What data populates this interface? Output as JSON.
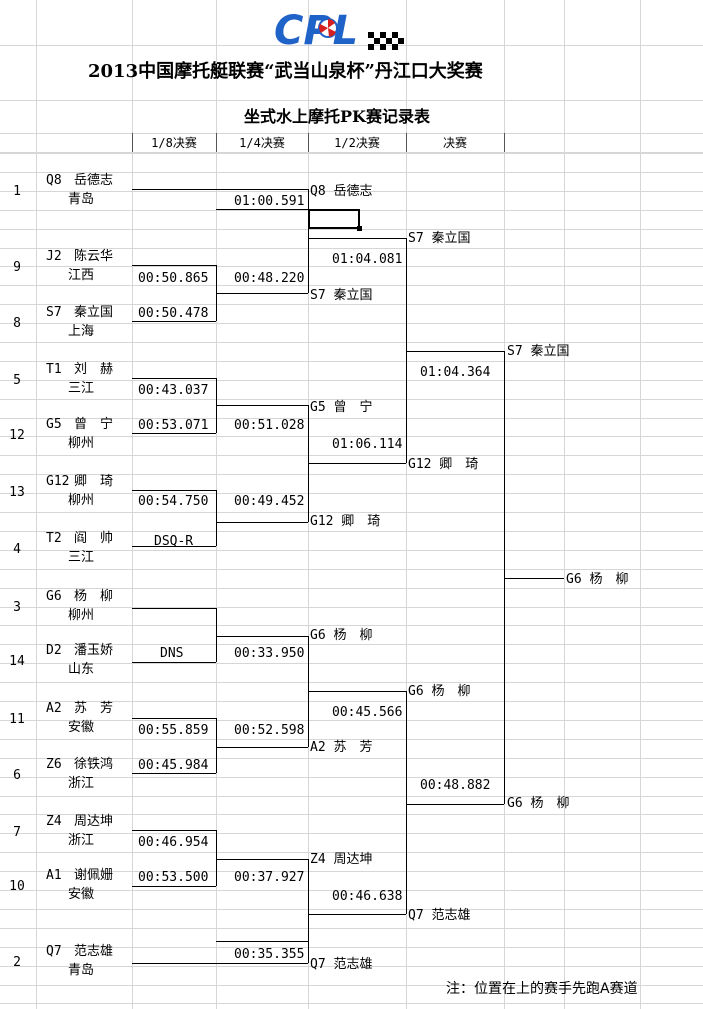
{
  "header": {
    "logo_text": "CPL",
    "title": "2013中国摩托艇联赛“武当山泉杯”丹江口大奖赛",
    "subtitle": "坐式水上摩托PK赛记录表"
  },
  "rounds": [
    "1/8决赛",
    "1/4决赛",
    "1/2决赛",
    "决赛"
  ],
  "entrants": [
    {
      "seed": "1",
      "code": "Q8",
      "name": "岳德志",
      "team": "青岛"
    },
    {
      "seed": "9",
      "code": "J2",
      "name": "陈云华",
      "team": "江西"
    },
    {
      "seed": "8",
      "code": "S7",
      "name": "秦立国",
      "team": "上海"
    },
    {
      "seed": "5",
      "code": "T1",
      "name": "刘　赫",
      "team": "三江"
    },
    {
      "seed": "12",
      "code": "G5",
      "name": "曾　宁",
      "team": "柳州"
    },
    {
      "seed": "13",
      "code": "G12",
      "name": "卿　琦",
      "team": "柳州"
    },
    {
      "seed": "4",
      "code": "T2",
      "name": "阎　帅",
      "team": "三江"
    },
    {
      "seed": "3",
      "code": "G6",
      "name": "杨　柳",
      "team": "柳州"
    },
    {
      "seed": "14",
      "code": "D2",
      "name": "潘玉娇",
      "team": "山东"
    },
    {
      "seed": "11",
      "code": "A2",
      "name": "苏　芳",
      "team": "安徽"
    },
    {
      "seed": "6",
      "code": "Z6",
      "name": "徐铁鸿",
      "team": "浙江"
    },
    {
      "seed": "7",
      "code": "Z4",
      "name": "周达坤",
      "team": "浙江"
    },
    {
      "seed": "10",
      "code": "A1",
      "name": "谢佩姗",
      "team": "安徽"
    },
    {
      "seed": "2",
      "code": "Q7",
      "name": "范志雄",
      "team": "青岛"
    }
  ],
  "r16_times": [
    "00:50.865",
    "00:50.478",
    "00:43.037",
    "00:53.071",
    "00:54.750",
    "DSQ-R",
    "DNS",
    "00:55.859",
    "00:45.984",
    "00:46.954",
    "00:53.500"
  ],
  "qf_times": [
    "01:00.591",
    "00:48.220",
    "00:51.028",
    "00:49.452",
    "00:33.950",
    "00:52.598",
    "00:37.927",
    "00:35.355"
  ],
  "qf_winners": [
    "Q8 岳德志",
    "S7 秦立国",
    "G5 曾　宁",
    "G12 卿　琦",
    "G6 杨　柳",
    "A2 苏　芳",
    "Z4 周达坤",
    "Q7 范志雄"
  ],
  "sf_times": [
    "01:04.081",
    "01:06.114",
    "00:45.566",
    "00:46.638"
  ],
  "sf_winners": [
    "S7 秦立国",
    "G12 卿　琦",
    "G6 杨　柳",
    "Q7 范志雄"
  ],
  "final_times": [
    "01:04.364",
    "00:48.882"
  ],
  "final_winners": [
    "S7 秦立国",
    "G6 杨　柳"
  ],
  "champion": "G6 杨　柳",
  "note": "注：位置在上的赛手先跑A赛道"
}
